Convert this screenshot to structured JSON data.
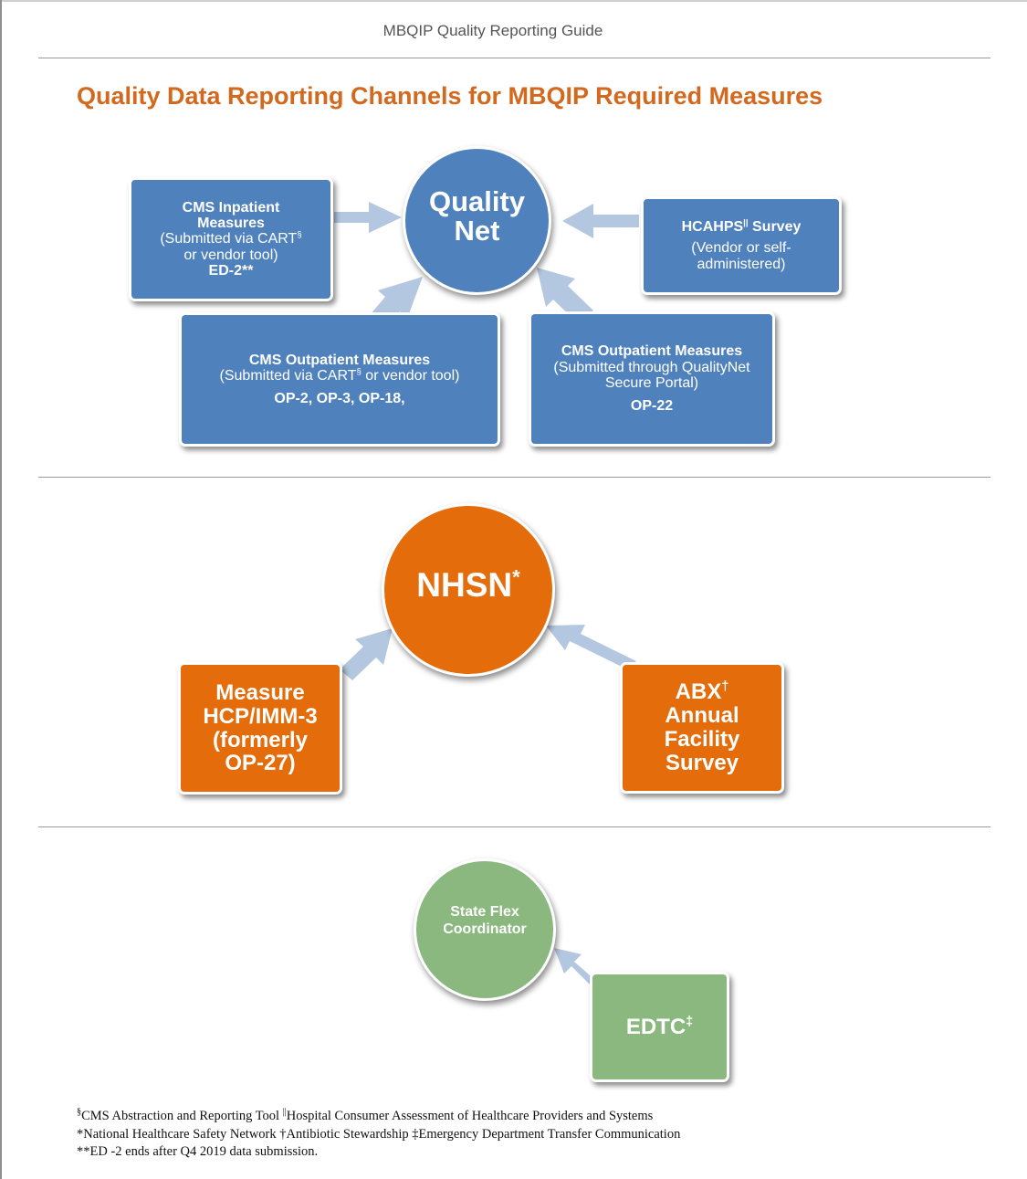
{
  "header": {
    "running_title": "MBQIP Quality Reporting Guide"
  },
  "title": "Quality Data Reporting Channels for MBQIP Required Measures",
  "colors": {
    "blue": "#4F81BD",
    "orange": "#E46C0A",
    "green": "#8AB87E",
    "arrow": "#B4C7E0",
    "title": "#D2691E"
  },
  "section1": {
    "hub": {
      "line1": "Quality",
      "line2": "Net"
    },
    "inpatient": {
      "line1": "CMS Inpatient",
      "line2": "Measures",
      "line3a": "(Submitted via CART",
      "line3_sup": "§",
      "line4": "or vendor tool)",
      "line5": "ED-2**"
    },
    "hcahps": {
      "name": "HCAHPS",
      "name_sup": "||",
      "suffix": "Survey",
      "line2": "(Vendor or self-",
      "line3": "administered)"
    },
    "outpatient_cart": {
      "title": "CMS Outpatient Measures",
      "line2a": "(Submitted via CART",
      "line2_sup": "§",
      "line2b": "or vendor tool)",
      "measures": "OP-2, OP-3, OP-18,"
    },
    "outpatient_portal": {
      "title": "CMS Outpatient Measures",
      "line2": "(Submitted through QualityNet",
      "line3": "Secure Portal)",
      "measures": "OP-22"
    }
  },
  "section2": {
    "hub": {
      "label": "NHSN",
      "sup": "*"
    },
    "hcp": {
      "line1": "Measure",
      "line2": "HCP/IMM-3",
      "line3": "(formerly",
      "line4": "OP-27)"
    },
    "abx": {
      "line1": "ABX",
      "line1_sup": "†",
      "line2": "Annual",
      "line3": "Facility",
      "line4": "Survey"
    }
  },
  "section3": {
    "hub": {
      "line1": "State Flex",
      "line2": "Coordinator"
    },
    "edtc": {
      "label": "EDTC",
      "sup": "‡"
    }
  },
  "footnotes": {
    "line1_sup1": "§",
    "line1_a": "CMS Abstraction and Reporting Tool ",
    "line1_sup2": "||",
    "line1_b": "Hospital Consumer Assessment of Healthcare Providers and Systems",
    "line2": "*National Healthcare Safety Network †Antibiotic Stewardship ‡Emergency Department Transfer Communication",
    "line3": "**ED -2 ends after Q4 2019 data submission."
  }
}
